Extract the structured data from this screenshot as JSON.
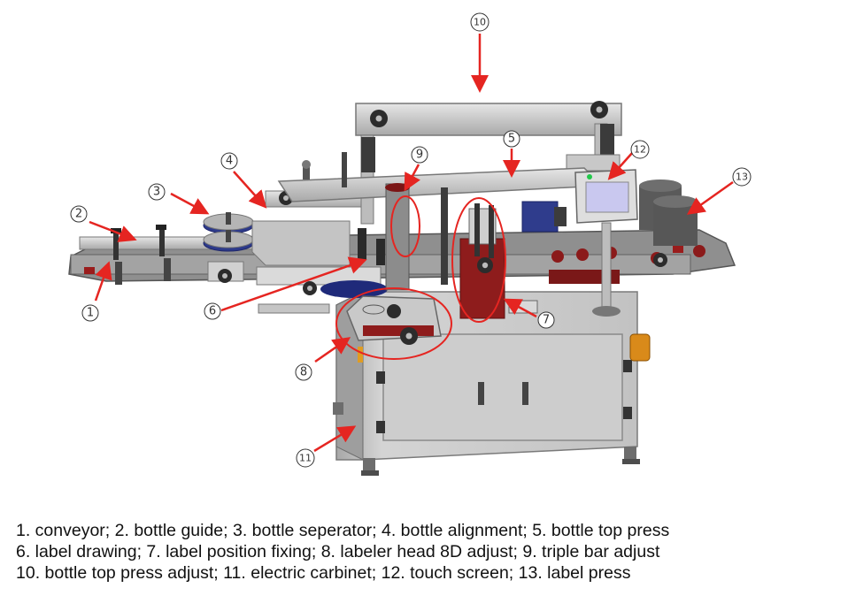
{
  "callouts": [
    {
      "id": "1",
      "label": "1"
    },
    {
      "id": "2",
      "label": "2"
    },
    {
      "id": "3",
      "label": "3"
    },
    {
      "id": "4",
      "label": "4"
    },
    {
      "id": "5",
      "label": "5"
    },
    {
      "id": "6",
      "label": "6"
    },
    {
      "id": "7",
      "label": "7"
    },
    {
      "id": "8",
      "label": "8"
    },
    {
      "id": "9",
      "label": "9"
    },
    {
      "id": "10",
      "label": "10"
    },
    {
      "id": "11",
      "label": "11"
    },
    {
      "id": "12",
      "label": "12"
    },
    {
      "id": "13",
      "label": "13"
    }
  ],
  "caption": {
    "line1": "1. conveyor; 2. bottle guide; 3. bottle seperator; 4. bottle alignment; 5. bottle top press",
    "line2": "6. label drawing; 7. label position fixing; 8. labeler head 8D adjust; 9. triple bar adjust",
    "line3": "10. bottle top press adjust; 11. electric carbinet; 12. touch screen; 13. label press"
  },
  "colors": {
    "arrow": "#e52521",
    "frame": "#cfcfcf",
    "cabinet": "#bdbdbd",
    "dark_accent": "#8b1a1a",
    "motor_blue": "#2f3c8c",
    "screen": "#c9c8ef",
    "screen_led": "#22c84a",
    "cylinder": "#5a5a5a"
  }
}
